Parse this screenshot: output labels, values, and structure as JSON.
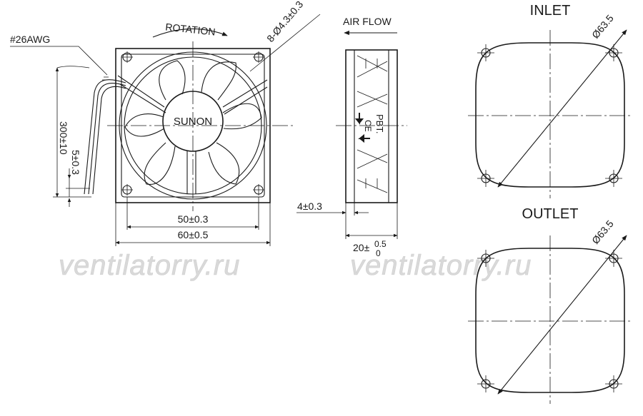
{
  "labels": {
    "wire_gauge": "#26AWG",
    "rotation": "ROTATION",
    "hole_spec": "8-Ø4.3±0.3",
    "air_flow": "AIR FLOW",
    "inlet": "INLET",
    "outlet": "OUTLET",
    "brand": "SUNON",
    "side_marking": "PBT.",
    "ce_mark": "CE"
  },
  "dimensions": {
    "lead_length": "300±10",
    "strip_length": "5±0.3",
    "hole_spacing": "50±0.3",
    "frame_size": "60±0.5",
    "flange": "4±0.3",
    "thickness_nominal": "20±",
    "thickness_upper": "0.5",
    "thickness_lower": "0",
    "inlet_diameter": "Ø63.5",
    "outlet_diameter": "Ø63.5"
  },
  "watermark": {
    "left": "ventilatorry.ru",
    "right": "ventilatorry.ru"
  },
  "colors": {
    "line": "#1a1a1a",
    "watermark": "#d9d9d9",
    "background": "#ffffff"
  }
}
